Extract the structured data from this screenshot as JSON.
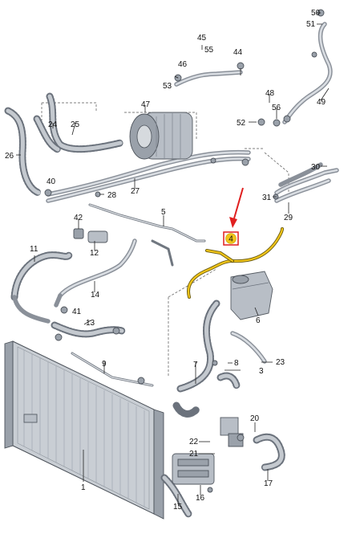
{
  "diagram": {
    "highlighted_part": "4",
    "highlight_color": "#f0c419",
    "highlight_border": "#e01f1f",
    "arrow_color": "#e01f1f",
    "labels": [
      "1",
      "3",
      "4",
      "5",
      "6",
      "7",
      "8",
      "9",
      "11",
      "12",
      "13",
      "14",
      "15",
      "16",
      "17",
      "20",
      "21",
      "22",
      "23",
      "24",
      "25",
      "26",
      "27",
      "28",
      "29",
      "30",
      "31",
      "40",
      "41",
      "42",
      "44",
      "45",
      "46",
      "47",
      "48",
      "49",
      "50",
      "51",
      "52",
      "53",
      "55",
      "56"
    ]
  }
}
